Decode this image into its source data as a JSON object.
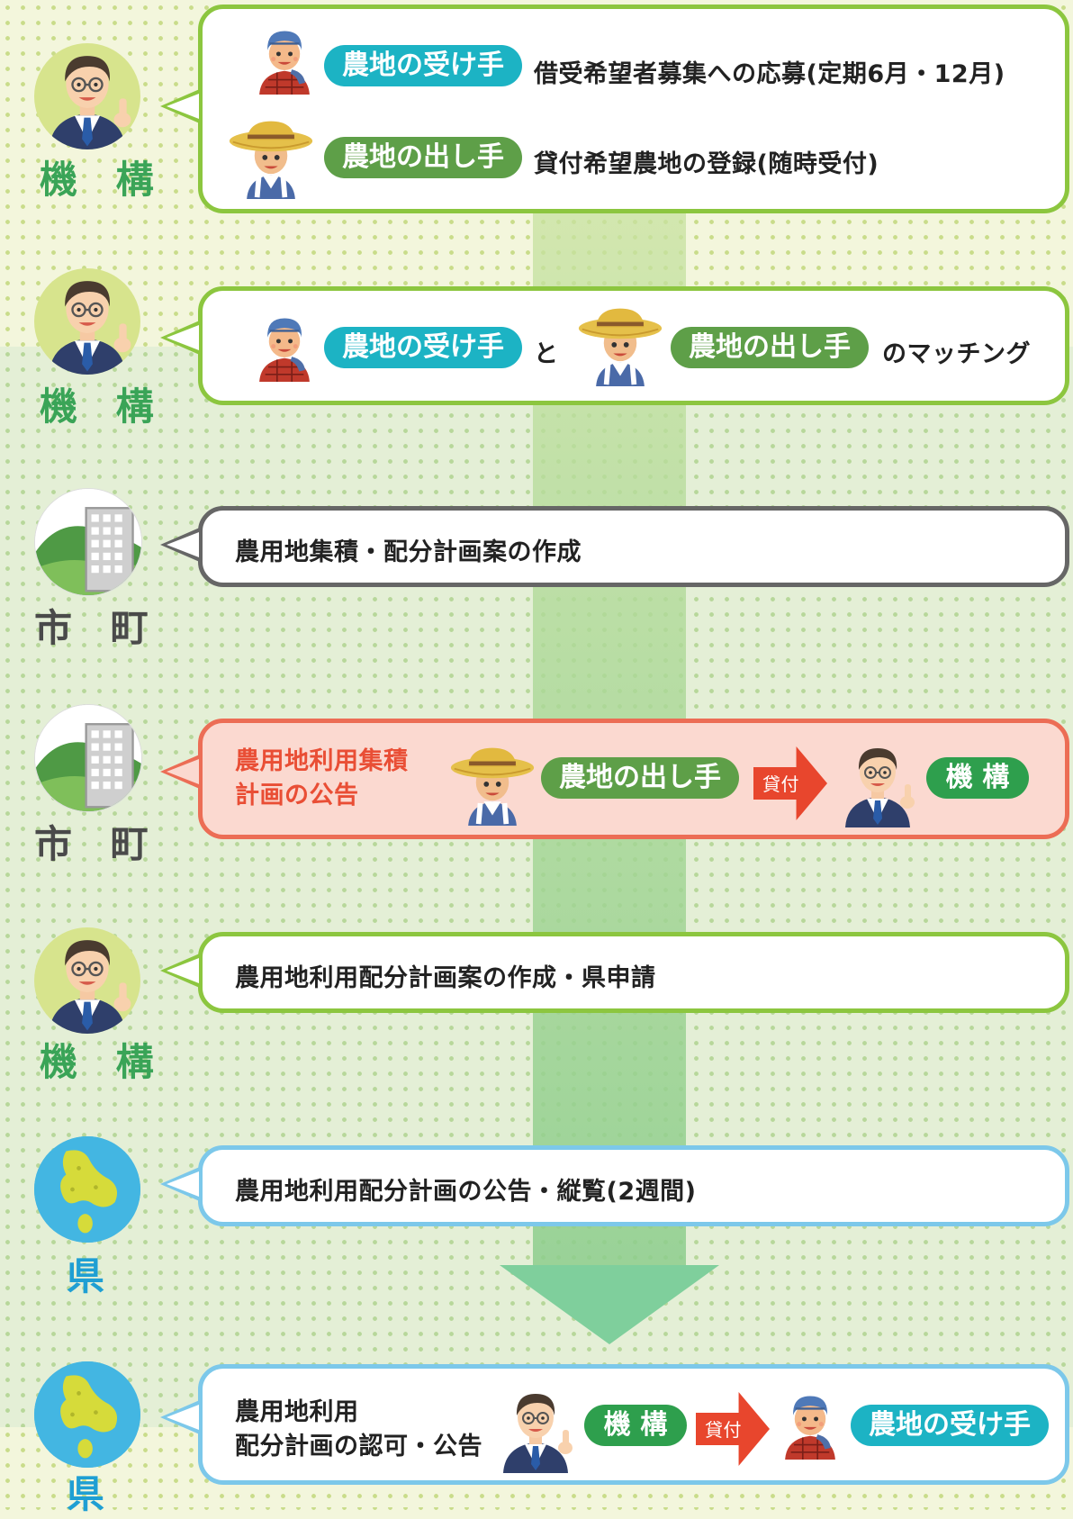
{
  "roles": {
    "kikou": "機 構",
    "shichou": "市 町",
    "ken": "県"
  },
  "badges": {
    "receiver": "農地の受け手",
    "provider": "農地の出し手",
    "kikou": "機 構",
    "lend": "貸付"
  },
  "steps": [
    {
      "actor": "機 構",
      "line1": "借受希望者募集への応募(定期6月・12月)",
      "line2": "貸付希望農地の登録(随時受付)"
    },
    {
      "actor": "機 構",
      "and": "と",
      "suffix": "のマッチング"
    },
    {
      "actor": "市 町",
      "text": "農用地集積・配分計画案の作成"
    },
    {
      "actor": "市 町",
      "title_line1": "農用地利用集積",
      "title_line2": "計画の公告"
    },
    {
      "actor": "機 構",
      "text": "農用地利用配分計画案の作成・県申請"
    },
    {
      "actor": "県",
      "text": "農用地利用配分計画の公告・縦覧(2週間)"
    },
    {
      "actor": "県",
      "title_line1": "農用地利用",
      "title_line2": "配分計画の認可・公告"
    }
  ],
  "colors": {
    "green_border": "#8cc63f",
    "gray_border": "#666666",
    "pink_border": "#ec6d55",
    "pink_fill": "#fbd9d0",
    "blue_border": "#7cc8ea",
    "teal_badge": "#1cb3c4",
    "olive_badge": "#5e9f48",
    "green_badge": "#2e9f4d",
    "red_arrow": "#e8462d",
    "red_text": "#e94e35"
  },
  "icons": [
    "official-man-icon",
    "farmer-bandana-icon",
    "farmer-straw-hat-icon",
    "town-hall-icon",
    "prefecture-map-icon",
    "red-arrow-icon"
  ]
}
